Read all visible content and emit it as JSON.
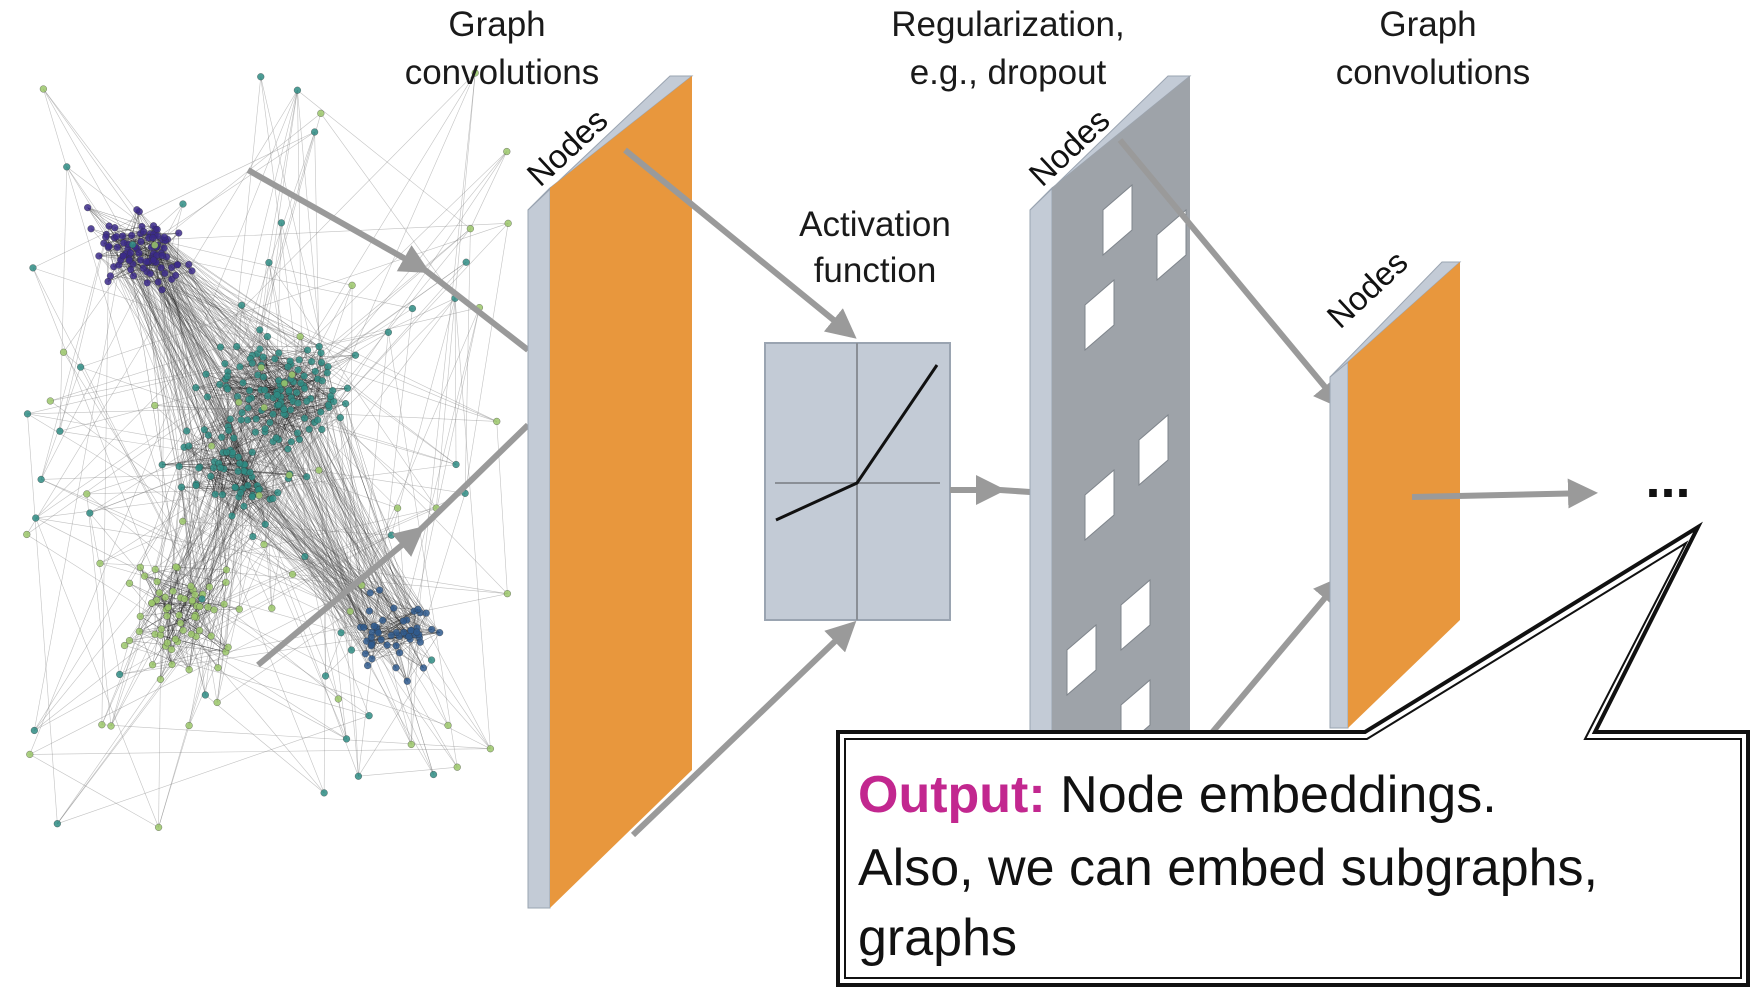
{
  "labels": {
    "graph_conv_1": [
      "Graph",
      "convolutions"
    ],
    "activation": [
      "Activation",
      "function"
    ],
    "regularization": [
      "Regularization,",
      "e.g., dropout"
    ],
    "graph_conv_2": [
      "Graph",
      "convolutions"
    ],
    "nodes": "Nodes",
    "ellipsis": "..."
  },
  "callout": {
    "key": "Output:",
    "line1_rest": " Node embeddings.",
    "line2": "Also, we can embed subgraphs,",
    "line3": "graphs"
  },
  "colors": {
    "orange": "#E8973D",
    "layer_edge": "#C3CBD6",
    "dropout_panel": "#9EA3A9",
    "arrow": "#9A9A9A",
    "callout_key": "#C2278F",
    "community_purple": "#3B2A8A",
    "community_teal": "#2E8C84",
    "community_blue": "#2F5A8E",
    "community_green": "#9BC76A"
  }
}
